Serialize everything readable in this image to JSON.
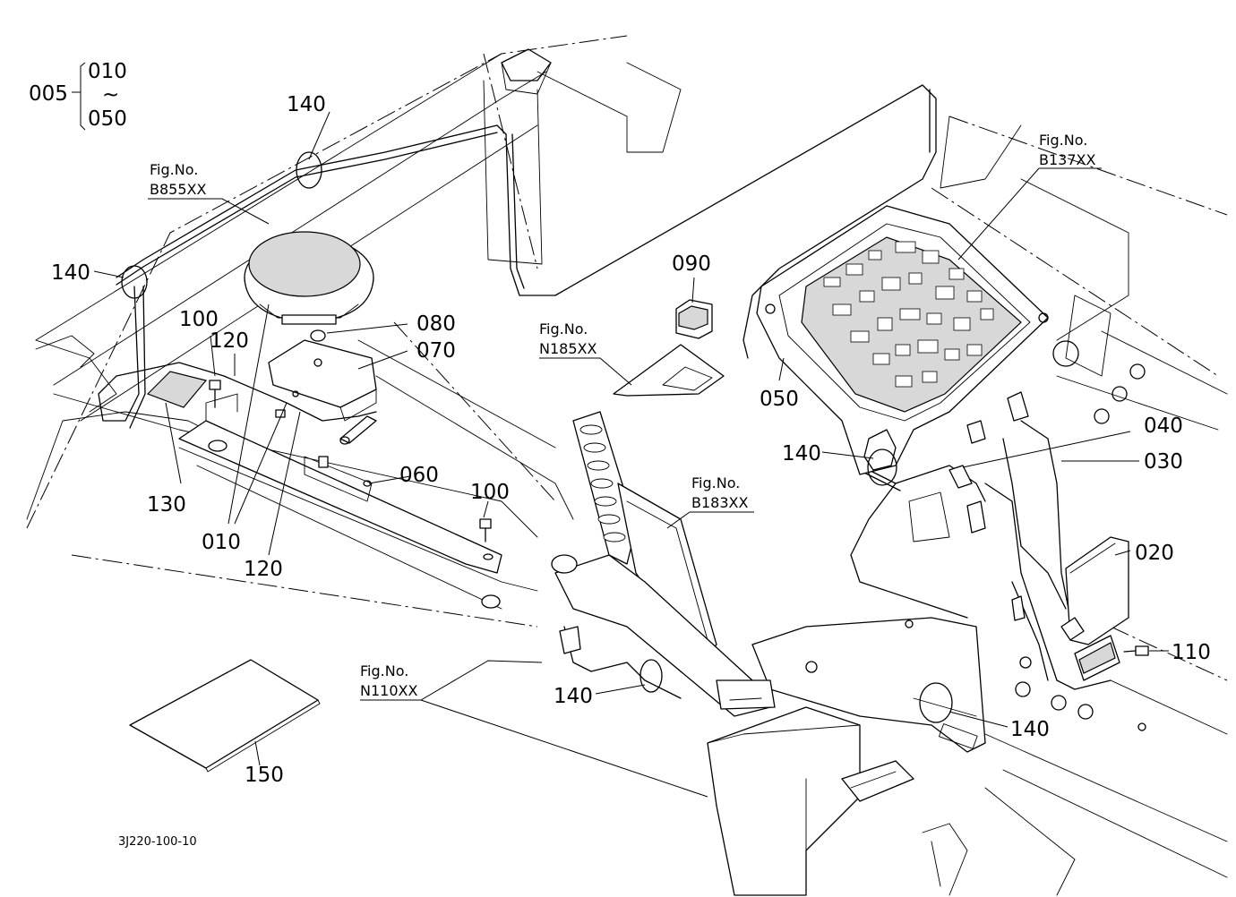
{
  "assembly": {
    "parent": "005",
    "range_start": "010",
    "range_sep": "~",
    "range_end": "050"
  },
  "part_numbers": {
    "p140_a": "140",
    "p140_b": "140",
    "p140_c": "140",
    "p140_d": "140",
    "p140_e": "140",
    "p100_a": "100",
    "p100_b": "100",
    "p120_a": "120",
    "p120_b": "120",
    "p130": "130",
    "p010": "010",
    "p080": "080",
    "p070": "070",
    "p060": "060",
    "p090": "090",
    "p050": "050",
    "p040": "040",
    "p030": "030",
    "p020": "020",
    "p110": "110",
    "p150": "150"
  },
  "figure_refs": {
    "b855": {
      "label": "Fig.No.",
      "code": "B855XX"
    },
    "b137": {
      "label": "Fig.No.",
      "code": "B137XX"
    },
    "n185": {
      "label": "Fig.No.",
      "code": "N185XX"
    },
    "b183": {
      "label": "Fig.No.",
      "code": "B183XX"
    },
    "n110": {
      "label": "Fig.No.",
      "code": "N110XX"
    }
  },
  "drawing_code": "3J220-100-10"
}
